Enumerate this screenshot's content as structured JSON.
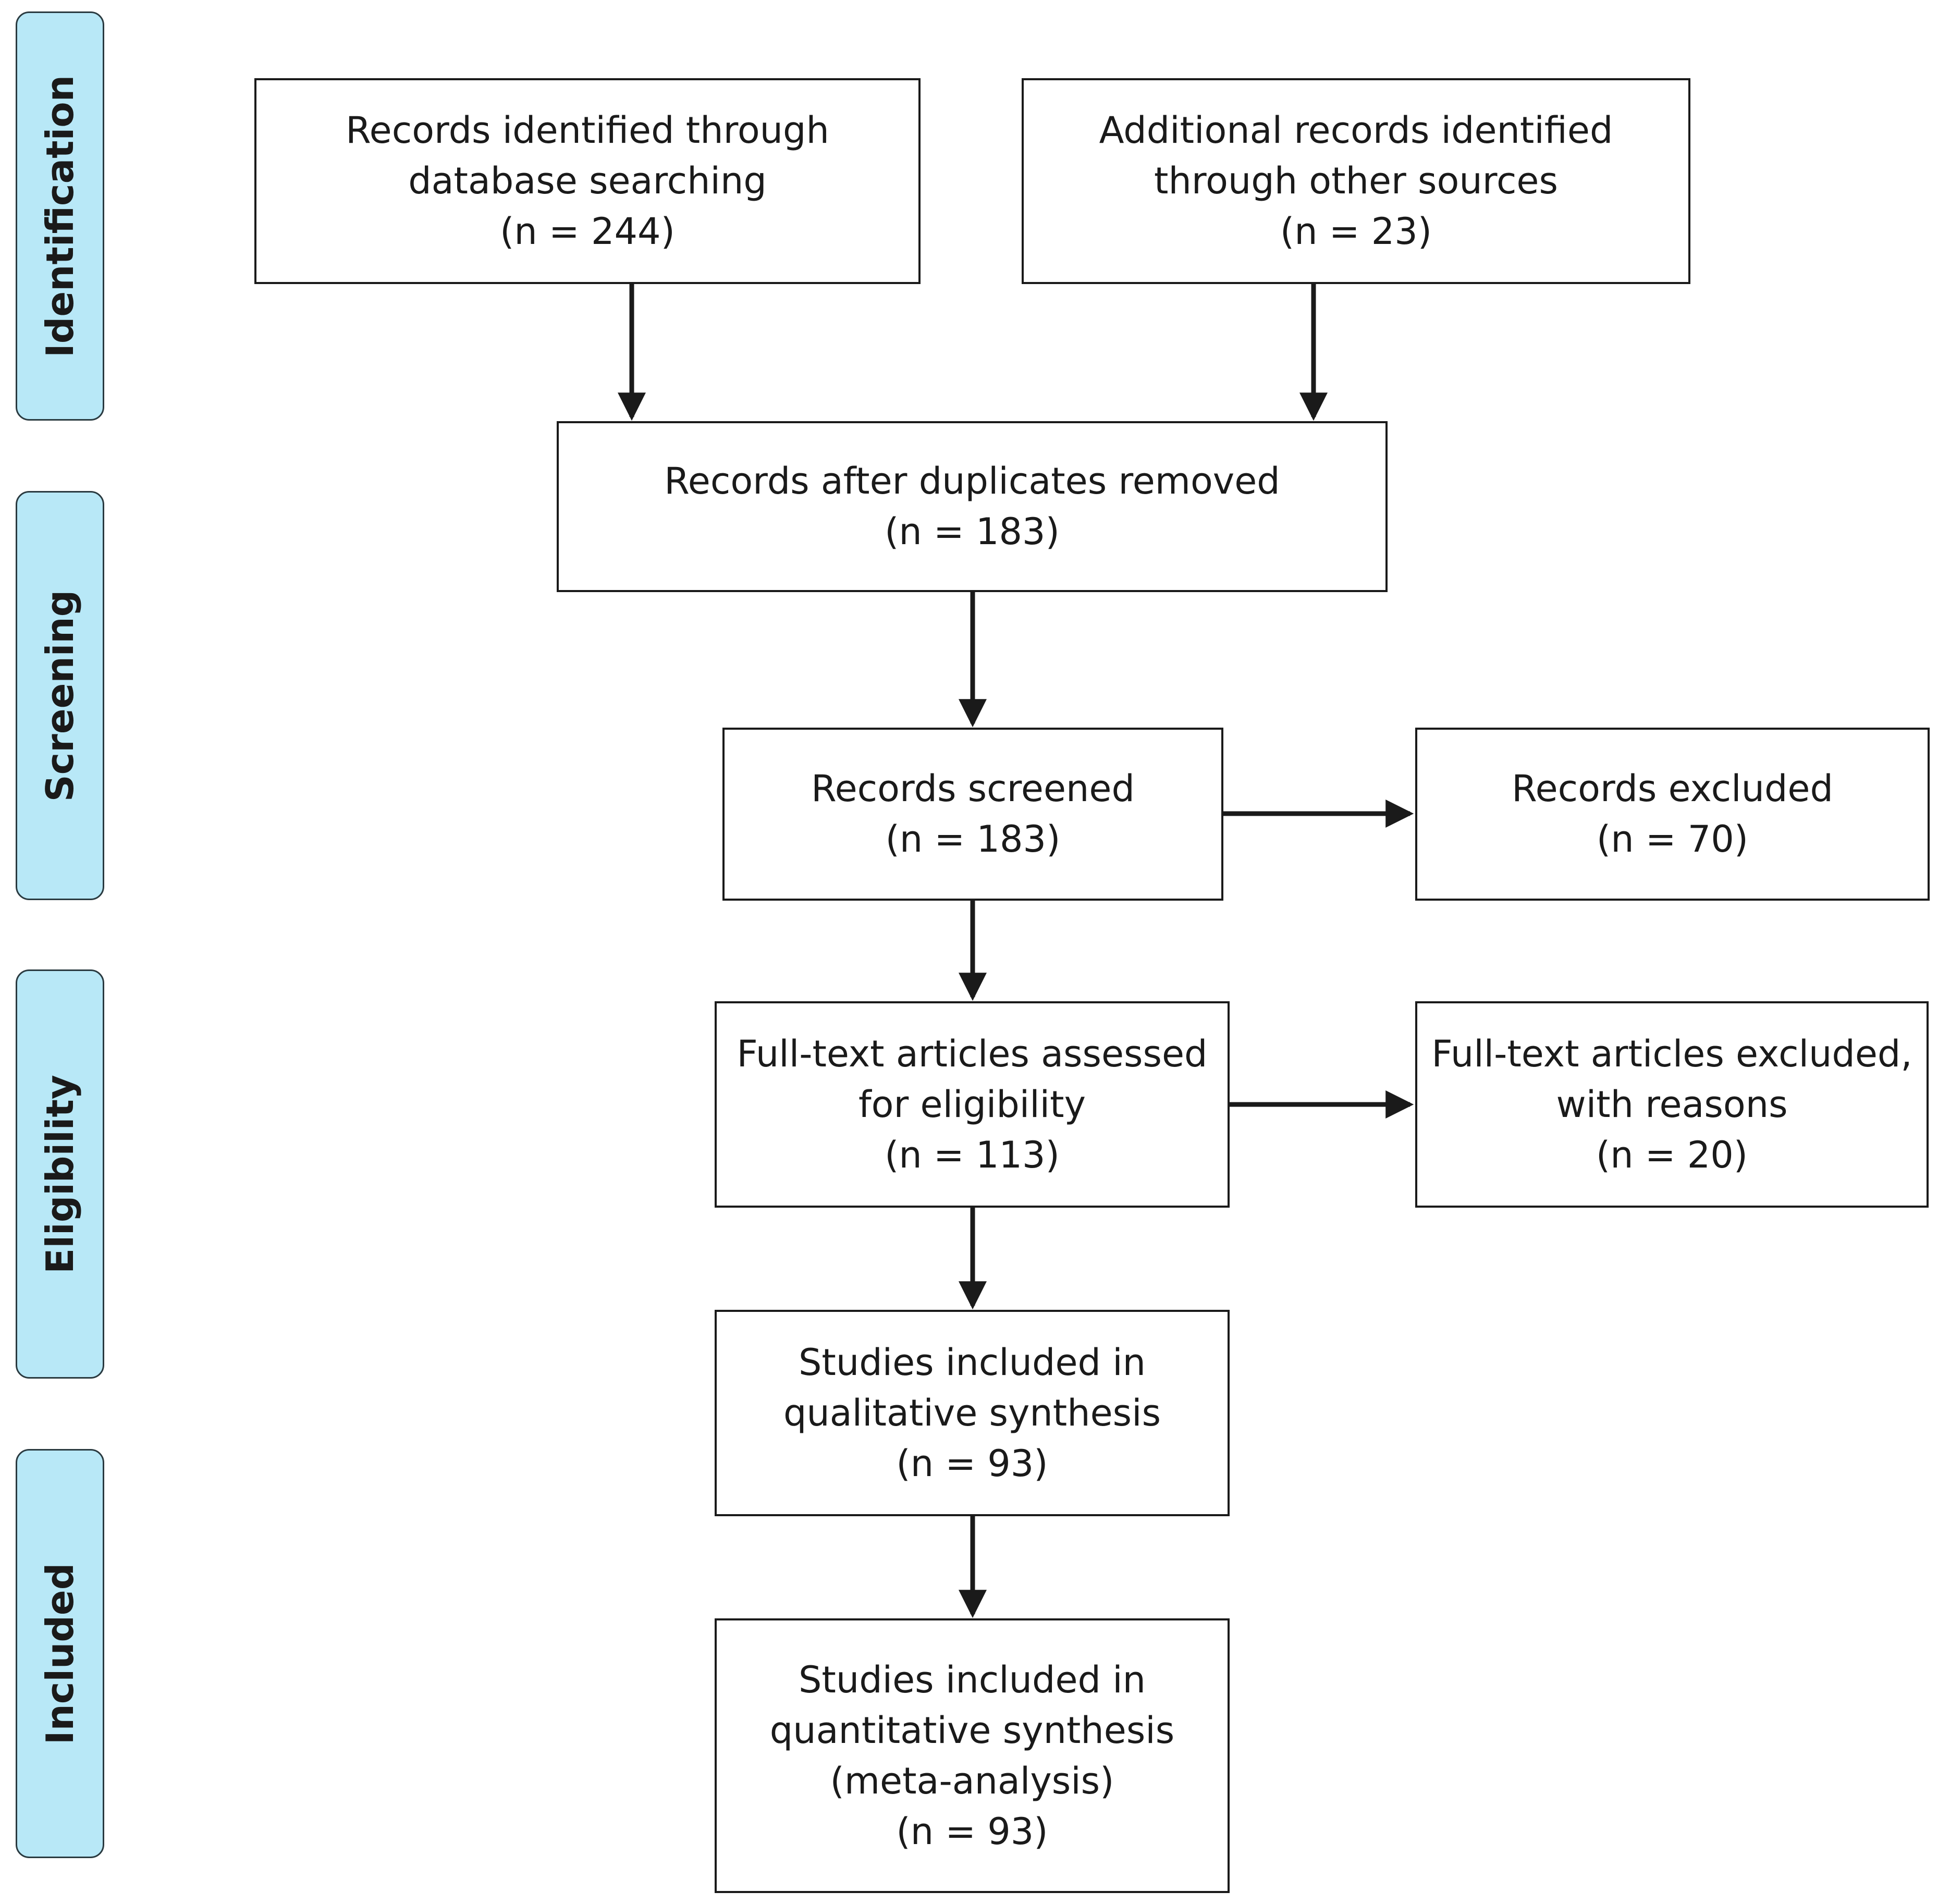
{
  "phases": {
    "identification": "Identification",
    "screening": "Screening",
    "eligibility": "Eligibility",
    "included": "Included"
  },
  "boxes": {
    "database": {
      "line1": "Records identified through",
      "line2": "database searching",
      "line3": "(n = 244)"
    },
    "other": {
      "line1": "Additional records identified",
      "line2": "through other sources",
      "line3": "(n = 23)"
    },
    "dedup": {
      "line1": "Records after duplicates removed",
      "line2": "(n = 183)"
    },
    "screened": {
      "line1": "Records screened",
      "line2": "(n = 183)"
    },
    "excluded": {
      "line1": "Records excluded",
      "line2": "(n = 70)"
    },
    "fulltext": {
      "line1": "Full-text articles assessed",
      "line2": "for eligibility",
      "line3": "(n = 113)"
    },
    "fulltext_excluded": {
      "line1": "Full-text articles excluded,",
      "line2": "with reasons",
      "line3": "(n = 20)"
    },
    "qualitative": {
      "line1": "Studies included in",
      "line2": "qualitative synthesis",
      "line3": "(n = 93)"
    },
    "quantitative": {
      "line1": "Studies included in",
      "line2": "quantitative synthesis",
      "line3": "(meta-analysis)",
      "line4": "(n = 93)"
    }
  },
  "colors": {
    "phase_fill": "#b8e8f7",
    "line": "#1a1a1a"
  }
}
